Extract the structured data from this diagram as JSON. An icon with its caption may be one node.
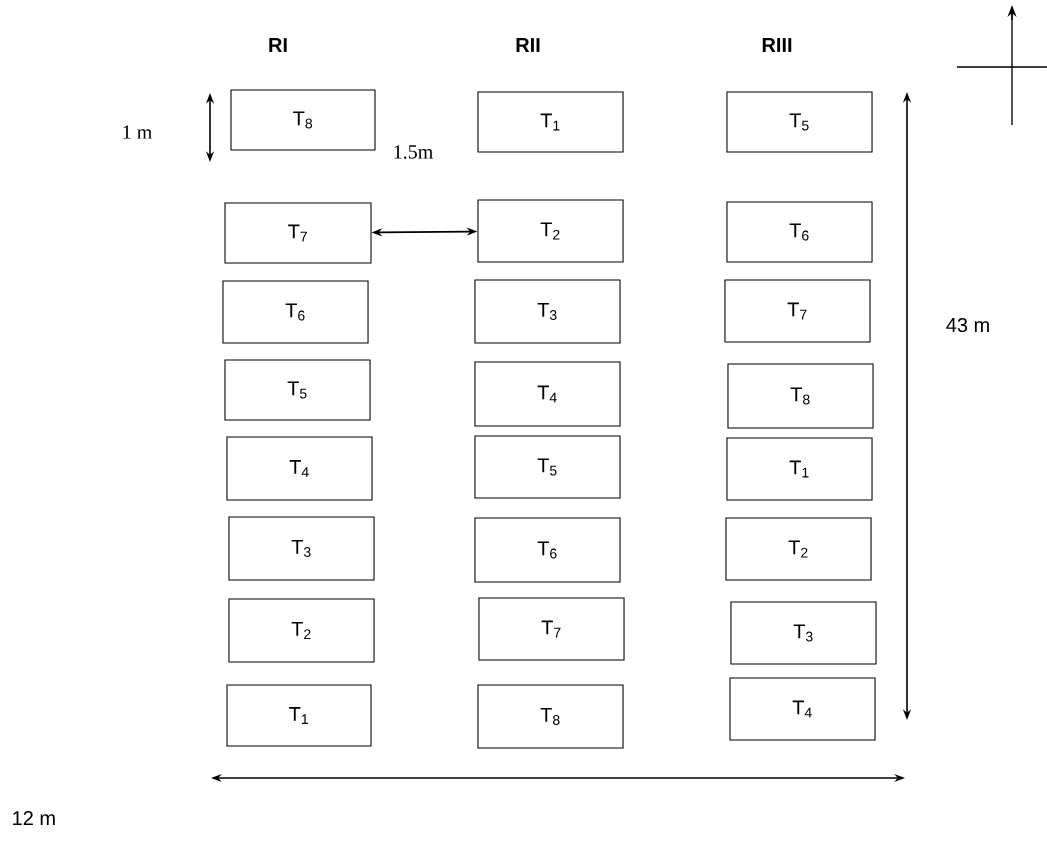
{
  "diagram": {
    "nodes": [
      {
        "text": [
          "T$_{8}$"
        ]
      },
      {
        "text": [
          "T$_{1}$"
        ]
      },
      {
        "text": [
          "T$_{5}$"
        ]
      },
      {
        "text": [
          "T$_{7}$"
        ]
      },
      {
        "text": [
          "T$_{2}$"
        ]
      },
      {
        "text": [
          "T$_{6}$"
        ]
      },
      {
        "text": [
          "T$_{6}$"
        ]
      },
      {
        "text": [
          "T$_{3}$"
        ]
      },
      {
        "text": [
          "T$_{7}$"
        ]
      },
      {
        "text": [
          "T$_{5}$"
        ]
      },
      {
        "text": [
          "T$_{4}$"
        ]
      },
      {
        "text": [
          "T$_{8}$"
        ]
      },
      {
        "text": [
          "T$_{4}$"
        ]
      },
      {
        "text": [
          "T$_{5}$"
        ]
      },
      {
        "text": [
          "T$_{1}$"
        ]
      },
      {
        "text": [
          "T$_{3}$"
        ]
      },
      {
        "text": [
          "T$_{6}$"
        ]
      },
      {
        "text": [
          "T$_{2}$"
        ]
      },
      {
        "text": [
          "T$_{2}$"
        ]
      },
      {
        "text": [
          "T$_{7}$"
        ]
      },
      {
        "text": [
          "T$_{3}$"
        ]
      },
      {
        "text": [
          "T$_{1}$"
        ]
      },
      {
        "text": [
          "T$_{8}$"
        ]
      },
      {
        "text": [
          "T$_{4}$"
        ]
      }
    ],
    "edges": [
      {
        "from": 3,
        "to": 4,
        "arrow": "both"
      }
    ],
    "labels": [
      "RI",
      "RII",
      "RIII",
      "1 m",
      "1.5m",
      "43 m",
      "12 m"
    ]
  }
}
